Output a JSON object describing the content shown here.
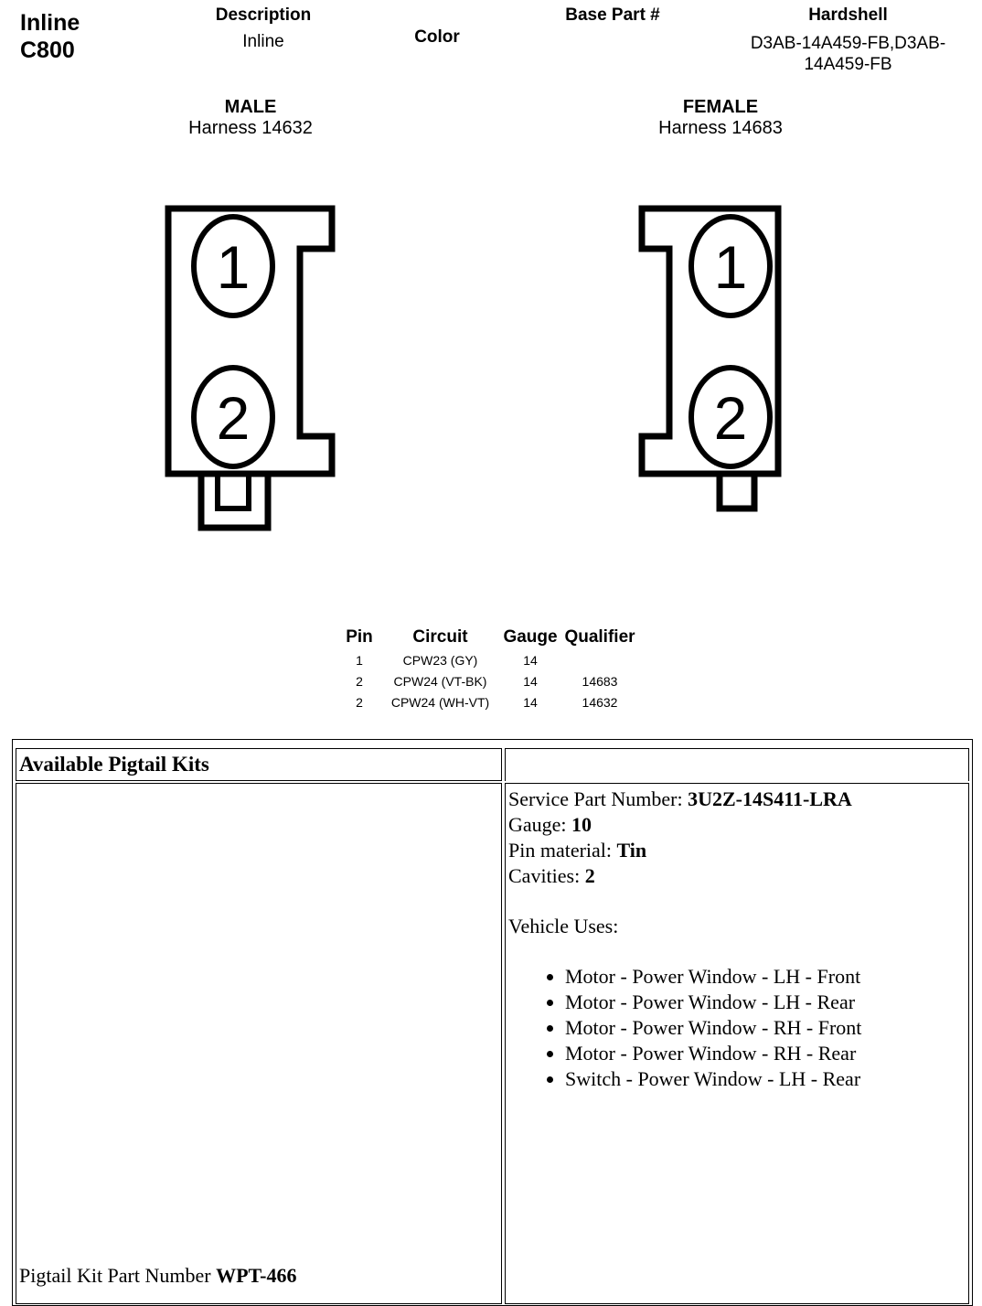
{
  "header": {
    "title_line1": "Inline",
    "title_line2": "C800",
    "description_label": "Description",
    "description_value": "Inline",
    "color_label": "Color",
    "base_part_label": "Base Part #",
    "hardshell_label": "Hardshell",
    "hardshell_value_line1": "D3AB-14A459-FB,D3AB-",
    "hardshell_value_line2": "14A459-FB"
  },
  "male": {
    "label": "MALE",
    "harness": "Harness 14632",
    "pins": [
      "1",
      "2"
    ]
  },
  "female": {
    "label": "FEMALE",
    "harness": "Harness 14683",
    "pins": [
      "1",
      "2"
    ]
  },
  "pin_table": {
    "headers": [
      "Pin",
      "Circuit",
      "Gauge",
      "Qualifier"
    ],
    "rows": [
      [
        "1",
        "CPW23 (GY)",
        "14",
        ""
      ],
      [
        "2",
        "CPW24 (VT-BK)",
        "14",
        "14683"
      ],
      [
        "2",
        "CPW24 (WH-VT)",
        "14",
        "14632"
      ]
    ]
  },
  "pigtail": {
    "heading": "Available Pigtail Kits",
    "kit_label": "Pigtail Kit Part Number ",
    "kit_value": "WPT-466",
    "specs": [
      {
        "label": "Service Part Number: ",
        "value": "3U2Z-14S411-LRA"
      },
      {
        "label": "Gauge: ",
        "value": "10"
      },
      {
        "label": "Pin material: ",
        "value": "Tin"
      },
      {
        "label": "Cavities: ",
        "value": "2"
      }
    ],
    "uses_label": "Vehicle Uses:",
    "uses": [
      "Motor - Power Window - LH - Front",
      "Motor - Power Window - LH - Rear",
      "Motor - Power Window - RH - Front",
      "Motor - Power Window - RH - Rear",
      "Switch - Power Window - LH - Rear"
    ]
  }
}
